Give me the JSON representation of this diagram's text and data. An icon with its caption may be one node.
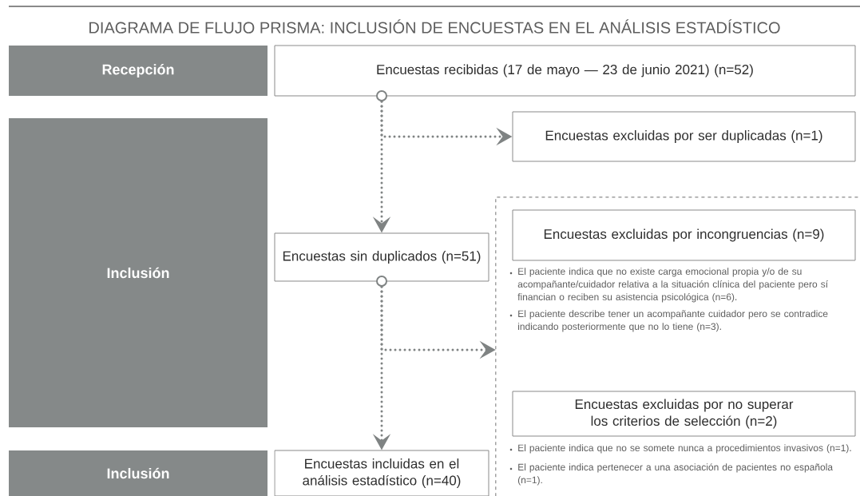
{
  "diagram": {
    "title": "DIAGRAMA DE FLUJO PRISMA: INCLUSIÓN DE ENCUESTAS EN EL ANÁLISIS ESTADÍSTICO",
    "nodes": [
      {
        "text": [
          "Recepción"
        ]
      },
      {
        "text": [
          "Encuestas recibidas (17 de mayo — 23 de junio 2021) (n=52)"
        ]
      },
      {
        "text": [],
        "shape": "circle"
      },
      {
        "text": [
          "Inclusión"
        ]
      },
      {
        "text": [
          "Encuestas excluidas por ser duplicadas (n=1)"
        ]
      },
      {
        "text": [
          "Encuestas sin duplicados (n=51)"
        ]
      },
      {
        "text": [],
        "shape": "circle"
      },
      {
        "text": [],
        "shape": "box"
      },
      {
        "text": [
          "Encuestas excluidas por incongruencias (n=9)"
        ],
        "in": 7,
        "beside": [
          "El paciente indica que no existe carga emocional propia y/o de su acompañante/cuidador relativa a la situación clínica del paciente pero sí financian o reciben su asistencia psicológica (n=6).",
          "El paciente describe tener un acompañante cuidador pero se contradice indicando posteriormente que no lo tiene (n=3)."
        ]
      },
      {
        "text": [
          "Encuestas excluidas por no superar los criterios de selección (n=2)"
        ],
        "in": 7,
        "beside": [
          "El paciente indica que no se somete nunca a procedimientos invasivos (n=1).",
          "El paciente indica pertenecer a una asociación de pacientes no española (n=1)."
        ]
      },
      {
        "text": [
          "Inclusión"
        ]
      },
      {
        "text": [
          "Encuestas incluidas en el análisis estadístico (n=40)"
        ]
      }
    ],
    "edges": [
      {
        "from": 2,
        "to": 4,
        "arrow": "to"
      },
      {
        "from": 2,
        "to": 5,
        "arrow": "to"
      },
      {
        "from": 6,
        "to": 7,
        "arrow": "to"
      },
      {
        "from": 6,
        "to": 11,
        "arrow": "to"
      }
    ]
  }
}
